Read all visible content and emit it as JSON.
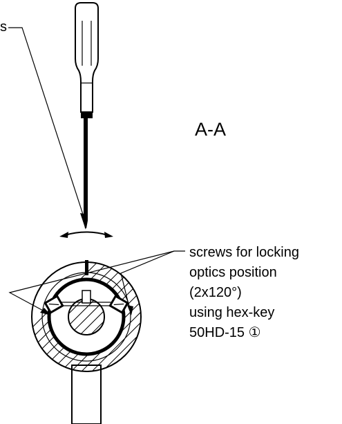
{
  "labels": {
    "top_left_fragment": "s",
    "section_view": "A-A",
    "callout_lines": [
      "screws for locking",
      "optics position",
      "(2x120°)",
      "using hex-key",
      "50HD-15 ①"
    ]
  },
  "colors": {
    "line": "#000000",
    "background": "#ffffff"
  }
}
